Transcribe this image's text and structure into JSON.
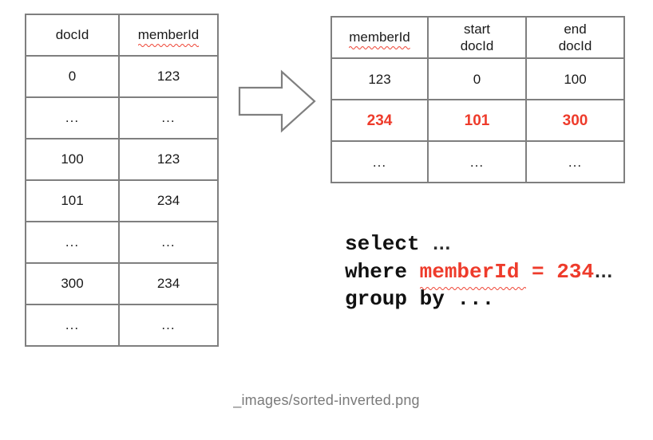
{
  "figure": {
    "caption": "_images/sorted-inverted.png",
    "accent_red": "#ee3b2b",
    "border_gray": "#7f7f7f",
    "caption_gray": "#7a7a7a"
  },
  "arrow": {
    "name": "right-arrow",
    "direction": "right"
  },
  "source_table": {
    "headers": [
      "docId",
      "memberId"
    ],
    "header_misspelled_flag": [
      false,
      true
    ],
    "rows": [
      [
        "0",
        "123"
      ],
      [
        "...",
        "..."
      ],
      [
        "100",
        "123"
      ],
      [
        "101",
        "234"
      ],
      [
        "...",
        "..."
      ],
      [
        "300",
        "234"
      ],
      [
        "...",
        "..."
      ]
    ]
  },
  "result_table": {
    "headers": [
      "memberId",
      "start docId",
      "end docId"
    ],
    "headers_lines": [
      [
        "memberId"
      ],
      [
        "start",
        "docId"
      ],
      [
        "end",
        "docId"
      ]
    ],
    "header_misspelled_flag": [
      true,
      false,
      false
    ],
    "rows": [
      {
        "cells": [
          "123",
          "0",
          "100"
        ],
        "highlighted": false
      },
      {
        "cells": [
          "234",
          "101",
          "300"
        ],
        "highlighted": true
      },
      {
        "cells": [
          "...",
          "...",
          "..."
        ],
        "highlighted": false
      }
    ]
  },
  "sql": {
    "line1": {
      "keyword": "select",
      "rest": "…"
    },
    "line2": {
      "keyword": "where",
      "expression": "memberId = 234",
      "trailing": "…",
      "expression_misspelled": "memberId"
    },
    "line3": {
      "keyword": "group by",
      "rest": "..."
    }
  }
}
